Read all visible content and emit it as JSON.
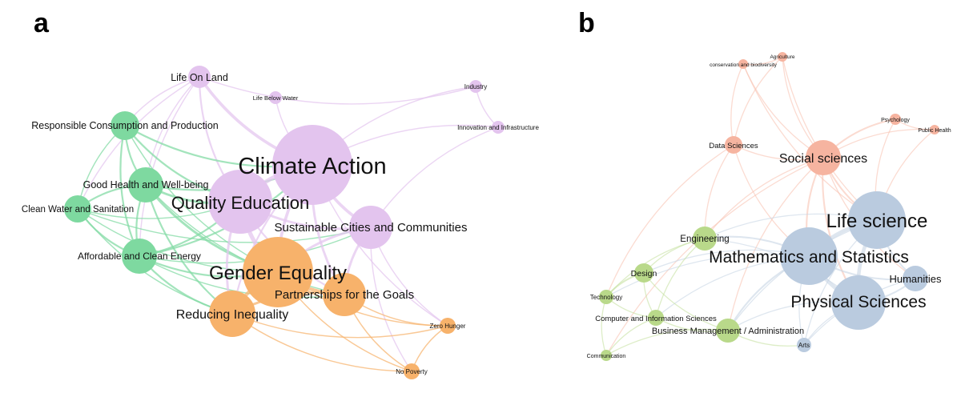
{
  "panels": [
    {
      "id": "a",
      "letter": "a",
      "nodes": [
        {
          "id": "life_on_land",
          "label": "Life On Land",
          "group": "purple",
          "weight": 3
        },
        {
          "id": "life_below_water",
          "label": "Life Below Water",
          "group": "purple",
          "weight": 1
        },
        {
          "id": "industry",
          "label": "Industry",
          "group": "purple",
          "weight": 1
        },
        {
          "id": "innovation",
          "label": "Innovation and Infrastructure",
          "group": "purple",
          "weight": 1
        },
        {
          "id": "responsible",
          "label": "Responsible Consumption and Production",
          "group": "green",
          "weight": 3
        },
        {
          "id": "climate",
          "label": "Climate Action",
          "group": "purple",
          "weight": 10
        },
        {
          "id": "good_health",
          "label": "Good Health and Well-being",
          "group": "green",
          "weight": 4
        },
        {
          "id": "quality_edu",
          "label": "Quality Education",
          "group": "purple",
          "weight": 8
        },
        {
          "id": "clean_water",
          "label": "Clean Water and Sanitation",
          "group": "green",
          "weight": 3
        },
        {
          "id": "sustainable",
          "label": "Sustainable Cities and Communities",
          "group": "purple",
          "weight": 5
        },
        {
          "id": "affordable",
          "label": "Affordable and Clean Energy",
          "group": "green",
          "weight": 4
        },
        {
          "id": "gender",
          "label": "Gender Equality",
          "group": "orange",
          "weight": 10
        },
        {
          "id": "partnerships",
          "label": "Partnerships for the Goals",
          "group": "orange",
          "weight": 5
        },
        {
          "id": "reducing",
          "label": "Reducing Inequality",
          "group": "orange",
          "weight": 6
        },
        {
          "id": "zero_hunger",
          "label": "Zero Hunger",
          "group": "orange",
          "weight": 1
        },
        {
          "id": "no_poverty",
          "label": "No Poverty",
          "group": "orange",
          "weight": 1
        }
      ],
      "edges": [
        {
          "source": "life_on_land",
          "target": "climate",
          "weight": 4
        },
        {
          "source": "life_on_land",
          "target": "quality_edu",
          "weight": 2
        },
        {
          "source": "life_on_land",
          "target": "responsible",
          "weight": 1
        },
        {
          "source": "life_on_land",
          "target": "good_health",
          "weight": 1
        },
        {
          "source": "life_on_land",
          "target": "affordable",
          "weight": 1
        },
        {
          "source": "life_on_land",
          "target": "clean_water",
          "weight": 1
        },
        {
          "source": "life_on_land",
          "target": "industry",
          "weight": 1
        },
        {
          "source": "life_below_water",
          "target": "climate",
          "weight": 1
        },
        {
          "source": "industry",
          "target": "climate",
          "weight": 1
        },
        {
          "source": "industry",
          "target": "innovation",
          "weight": 1
        },
        {
          "source": "innovation",
          "target": "climate",
          "weight": 1
        },
        {
          "source": "innovation",
          "target": "sustainable",
          "weight": 1
        },
        {
          "source": "responsible",
          "target": "good_health",
          "weight": 2
        },
        {
          "source": "responsible",
          "target": "affordable",
          "weight": 2
        },
        {
          "source": "responsible",
          "target": "climate",
          "weight": 2
        },
        {
          "source": "responsible",
          "target": "quality_edu",
          "weight": 2
        },
        {
          "source": "responsible",
          "target": "clean_water",
          "weight": 1
        },
        {
          "source": "responsible",
          "target": "gender",
          "weight": 1
        },
        {
          "source": "good_health",
          "target": "clean_water",
          "weight": 2
        },
        {
          "source": "good_health",
          "target": "affordable",
          "weight": 2
        },
        {
          "source": "good_health",
          "target": "quality_edu",
          "weight": 3
        },
        {
          "source": "good_health",
          "target": "climate",
          "weight": 2
        },
        {
          "source": "good_health",
          "target": "gender",
          "weight": 3
        },
        {
          "source": "good_health",
          "target": "reducing",
          "weight": 2
        },
        {
          "source": "good_health",
          "target": "partnerships",
          "weight": 1
        },
        {
          "source": "clean_water",
          "target": "affordable",
          "weight": 2
        },
        {
          "source": "clean_water",
          "target": "gender",
          "weight": 1
        },
        {
          "source": "clean_water",
          "target": "quality_edu",
          "weight": 1
        },
        {
          "source": "clean_water",
          "target": "sustainable",
          "weight": 1
        },
        {
          "source": "clean_water",
          "target": "reducing",
          "weight": 1
        },
        {
          "source": "affordable",
          "target": "gender",
          "weight": 2
        },
        {
          "source": "affordable",
          "target": "reducing",
          "weight": 2
        },
        {
          "source": "affordable",
          "target": "partnerships",
          "weight": 1
        },
        {
          "source": "affordable",
          "target": "quality_edu",
          "weight": 2
        },
        {
          "source": "affordable",
          "target": "climate",
          "weight": 2
        },
        {
          "source": "affordable",
          "target": "sustainable",
          "weight": 1
        },
        {
          "source": "climate",
          "target": "quality_edu",
          "weight": 6
        },
        {
          "source": "climate",
          "target": "sustainable",
          "weight": 4
        },
        {
          "source": "climate",
          "target": "gender",
          "weight": 4
        },
        {
          "source": "climate",
          "target": "partnerships",
          "weight": 3
        },
        {
          "source": "climate",
          "target": "reducing",
          "weight": 2
        },
        {
          "source": "climate",
          "target": "zero_hunger",
          "weight": 1
        },
        {
          "source": "quality_edu",
          "target": "gender",
          "weight": 6
        },
        {
          "source": "quality_edu",
          "target": "sustainable",
          "weight": 3
        },
        {
          "source": "quality_edu",
          "target": "reducing",
          "weight": 3
        },
        {
          "source": "quality_edu",
          "target": "partnerships",
          "weight": 2
        },
        {
          "source": "sustainable",
          "target": "gender",
          "weight": 3
        },
        {
          "source": "sustainable",
          "target": "partnerships",
          "weight": 3
        },
        {
          "source": "sustainable",
          "target": "zero_hunger",
          "weight": 1
        },
        {
          "source": "sustainable",
          "target": "no_poverty",
          "weight": 1
        },
        {
          "source": "gender",
          "target": "partnerships",
          "weight": 5
        },
        {
          "source": "gender",
          "target": "reducing",
          "weight": 5
        },
        {
          "source": "gender",
          "target": "zero_hunger",
          "weight": 1
        },
        {
          "source": "gender",
          "target": "no_poverty",
          "weight": 1
        },
        {
          "source": "partnerships",
          "target": "reducing",
          "weight": 3
        },
        {
          "source": "partnerships",
          "target": "zero_hunger",
          "weight": 1
        },
        {
          "source": "partnerships",
          "target": "no_poverty",
          "weight": 1
        },
        {
          "source": "reducing",
          "target": "no_poverty",
          "weight": 1
        },
        {
          "source": "reducing",
          "target": "zero_hunger",
          "weight": 1
        },
        {
          "source": "zero_hunger",
          "target": "no_poverty",
          "weight": 1
        }
      ]
    },
    {
      "id": "b",
      "letter": "b",
      "nodes": [
        {
          "id": "conservation",
          "label": "conservation and biodiversity",
          "group": "salmon",
          "weight": 1
        },
        {
          "id": "agriculture",
          "label": "Agriculture",
          "group": "salmon",
          "weight": 1
        },
        {
          "id": "psychology",
          "label": "Psychology",
          "group": "salmon",
          "weight": 1
        },
        {
          "id": "public_health",
          "label": "Public Health",
          "group": "salmon",
          "weight": 1
        },
        {
          "id": "data_sciences",
          "label": "Data Sciences",
          "group": "salmon",
          "weight": 2
        },
        {
          "id": "social_sciences",
          "label": "Social sciences",
          "group": "salmon",
          "weight": 5
        },
        {
          "id": "life_science",
          "label": "Life science",
          "group": "blue",
          "weight": 8
        },
        {
          "id": "engineering",
          "label": "Engineering",
          "group": "lime",
          "weight": 3
        },
        {
          "id": "math_stats",
          "label": "Mathematics and Statistics",
          "group": "blue",
          "weight": 8
        },
        {
          "id": "design",
          "label": "Design",
          "group": "lime",
          "weight": 2
        },
        {
          "id": "humanities",
          "label": "Humanities",
          "group": "blue",
          "weight": 3
        },
        {
          "id": "physical",
          "label": "Physical Sciences",
          "group": "blue",
          "weight": 7
        },
        {
          "id": "technology",
          "label": "Technology",
          "group": "lime",
          "weight": 2
        },
        {
          "id": "computer",
          "label": "Computer and Information Sciences",
          "group": "lime",
          "weight": 2
        },
        {
          "id": "business",
          "label": "Business Management / Administration",
          "group": "lime",
          "weight": 3
        },
        {
          "id": "arts",
          "label": "Arts",
          "group": "blue",
          "weight": 2
        },
        {
          "id": "communication",
          "label": "Communication",
          "group": "lime",
          "weight": 1
        }
      ],
      "edges": [
        {
          "source": "conservation",
          "target": "social_sciences",
          "weight": 1
        },
        {
          "source": "conservation",
          "target": "data_sciences",
          "weight": 1
        },
        {
          "source": "conservation",
          "target": "life_science",
          "weight": 1
        },
        {
          "source": "conservation",
          "target": "agriculture",
          "weight": 1
        },
        {
          "source": "agriculture",
          "target": "social_sciences",
          "weight": 1
        },
        {
          "source": "agriculture",
          "target": "life_science",
          "weight": 1
        },
        {
          "source": "agriculture",
          "target": "data_sciences",
          "weight": 1
        },
        {
          "source": "psychology",
          "target": "social_sciences",
          "weight": 2
        },
        {
          "source": "psychology",
          "target": "public_health",
          "weight": 1
        },
        {
          "source": "psychology",
          "target": "life_science",
          "weight": 1
        },
        {
          "source": "public_health",
          "target": "social_sciences",
          "weight": 1
        },
        {
          "source": "public_health",
          "target": "life_science",
          "weight": 1
        },
        {
          "source": "data_sciences",
          "target": "social_sciences",
          "weight": 1
        },
        {
          "source": "data_sciences",
          "target": "math_stats",
          "weight": 1
        },
        {
          "source": "data_sciences",
          "target": "engineering",
          "weight": 1
        },
        {
          "source": "data_sciences",
          "target": "technology",
          "weight": 1
        },
        {
          "source": "social_sciences",
          "target": "life_science",
          "weight": 2
        },
        {
          "source": "social_sciences",
          "target": "math_stats",
          "weight": 2
        },
        {
          "source": "social_sciences",
          "target": "physical",
          "weight": 2
        },
        {
          "source": "social_sciences",
          "target": "humanities",
          "weight": 1
        },
        {
          "source": "social_sciences",
          "target": "engineering",
          "weight": 1
        },
        {
          "source": "social_sciences",
          "target": "business",
          "weight": 1
        },
        {
          "source": "social_sciences",
          "target": "communication",
          "weight": 1
        },
        {
          "source": "life_science",
          "target": "math_stats",
          "weight": 5
        },
        {
          "source": "life_science",
          "target": "physical",
          "weight": 5
        },
        {
          "source": "life_science",
          "target": "humanities",
          "weight": 2
        },
        {
          "source": "life_science",
          "target": "engineering",
          "weight": 1
        },
        {
          "source": "life_science",
          "target": "business",
          "weight": 1
        },
        {
          "source": "life_science",
          "target": "arts",
          "weight": 1
        },
        {
          "source": "math_stats",
          "target": "physical",
          "weight": 5
        },
        {
          "source": "math_stats",
          "target": "humanities",
          "weight": 2
        },
        {
          "source": "math_stats",
          "target": "engineering",
          "weight": 2
        },
        {
          "source": "math_stats",
          "target": "design",
          "weight": 1
        },
        {
          "source": "math_stats",
          "target": "technology",
          "weight": 1
        },
        {
          "source": "math_stats",
          "target": "computer",
          "weight": 1
        },
        {
          "source": "math_stats",
          "target": "business",
          "weight": 2
        },
        {
          "source": "math_stats",
          "target": "arts",
          "weight": 1
        },
        {
          "source": "physical",
          "target": "humanities",
          "weight": 2
        },
        {
          "source": "physical",
          "target": "engineering",
          "weight": 1
        },
        {
          "source": "physical",
          "target": "business",
          "weight": 1
        },
        {
          "source": "physical",
          "target": "arts",
          "weight": 1
        },
        {
          "source": "engineering",
          "target": "design",
          "weight": 1
        },
        {
          "source": "engineering",
          "target": "technology",
          "weight": 1
        },
        {
          "source": "engineering",
          "target": "computer",
          "weight": 1
        },
        {
          "source": "design",
          "target": "technology",
          "weight": 2
        },
        {
          "source": "design",
          "target": "computer",
          "weight": 1
        },
        {
          "source": "design",
          "target": "business",
          "weight": 1
        },
        {
          "source": "technology",
          "target": "computer",
          "weight": 1
        },
        {
          "source": "technology",
          "target": "communication",
          "weight": 1
        },
        {
          "source": "computer",
          "target": "business",
          "weight": 1
        },
        {
          "source": "computer",
          "target": "communication",
          "weight": 1
        },
        {
          "source": "business",
          "target": "communication",
          "weight": 1
        },
        {
          "source": "business",
          "target": "arts",
          "weight": 1
        },
        {
          "source": "humanities",
          "target": "arts",
          "weight": 1
        }
      ]
    }
  ],
  "colors": {
    "purple": "#e3c4ee",
    "green": "#7ed9a0",
    "orange": "#f7b26b",
    "salmon": "#f6b4a0",
    "blue": "#bacbdf",
    "lime": "#b9d98a"
  }
}
